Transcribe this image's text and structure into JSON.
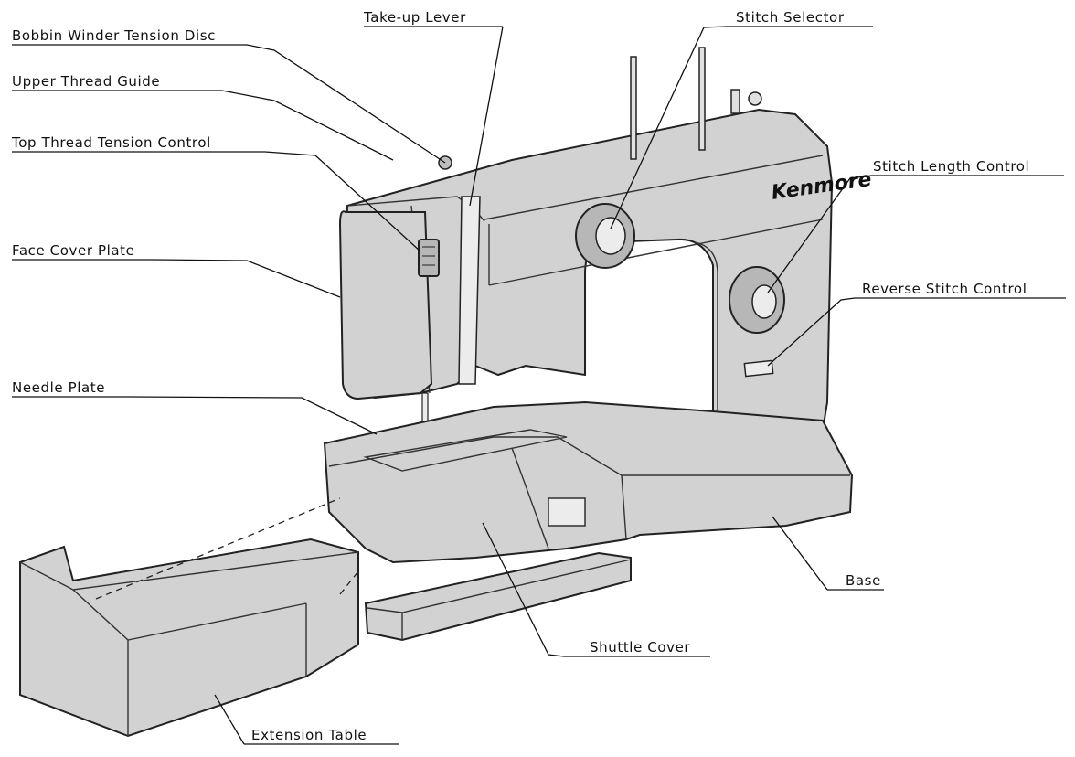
{
  "brand": "Kenmore",
  "labels": {
    "bobbin_winder_tension_disc": "Bobbin Winder Tension Disc",
    "upper_thread_guide": "Upper Thread Guide",
    "top_thread_tension_control": "Top Thread Tension Control",
    "face_cover_plate": "Face Cover Plate",
    "needle_plate": "Needle Plate",
    "take_up_lever": "Take-up Lever",
    "stitch_selector": "Stitch Selector",
    "stitch_length_control": "Stitch Length Control",
    "reverse_stitch_control": "Reverse Stitch Control",
    "base": "Base",
    "shuttle_cover": "Shuttle Cover",
    "extension_table": "Extension Table"
  }
}
